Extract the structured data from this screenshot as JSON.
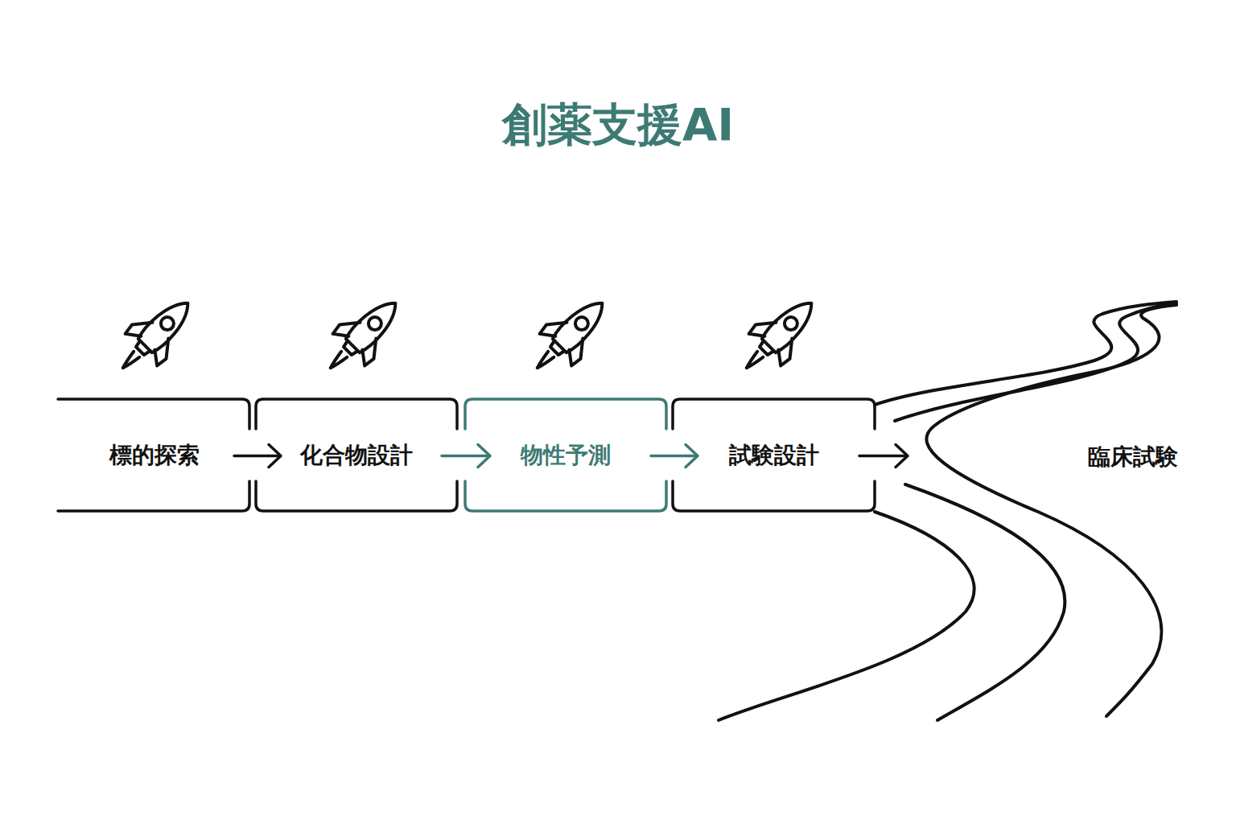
{
  "diagram": {
    "title": "創薬支援AI",
    "nodes": [
      {
        "text": [
          "標的探索"
        ]
      },
      {
        "text": [
          "化合物設計"
        ]
      },
      {
        "text": [
          "物性予測"
        ]
      },
      {
        "text": [
          "試験設計"
        ]
      },
      {
        "text": [
          "臨床試験"
        ]
      }
    ],
    "edges": [
      {
        "from": 0,
        "to": 1,
        "arrow": "to"
      },
      {
        "from": 1,
        "to": 2,
        "arrow": "to"
      },
      {
        "from": 2,
        "to": 3,
        "arrow": "to"
      },
      {
        "from": 3,
        "to": 4,
        "arrow": "to"
      }
    ]
  }
}
